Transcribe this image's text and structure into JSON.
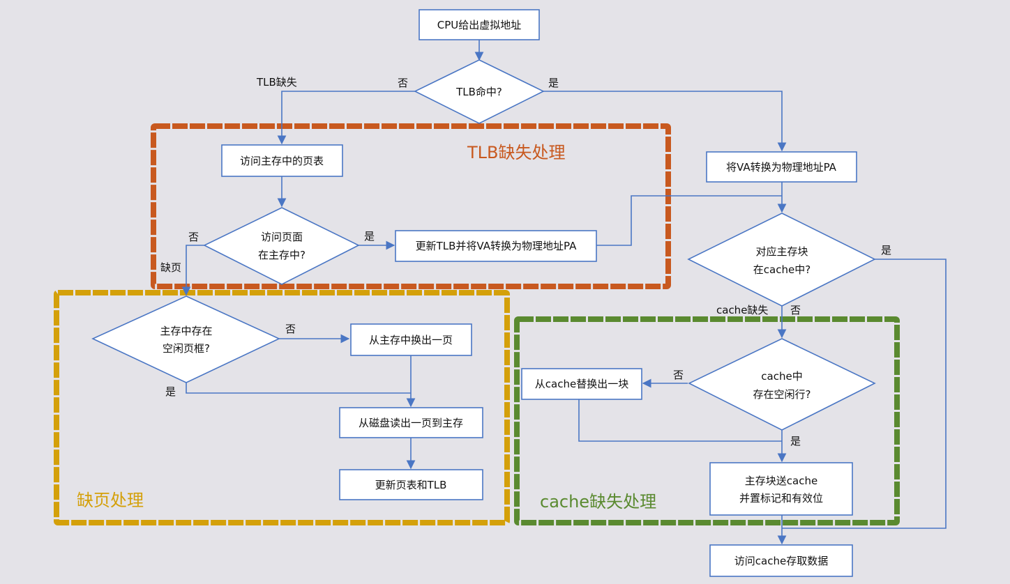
{
  "nodes": {
    "cpu": "CPU给出虚拟地址",
    "tlb_hit": "TLB命中?",
    "visit_page_table": "访问主存中的页表",
    "page_in_mem": [
      "访问页面",
      "在主存中?"
    ],
    "update_tlb": "更新TLB并将VA转换为物理地址PA",
    "va_to_pa": "将VA转换为物理地址PA",
    "block_in_cache": [
      "对应主存块",
      "在cache中?"
    ],
    "free_frame": [
      "主存中存在",
      "空闲页框?"
    ],
    "swap_out_page": "从主存中换出一页",
    "read_disk": "从磁盘读出一页到主存",
    "update_pt_tlb": "更新页表和TLB",
    "free_line": [
      "cache中",
      "存在空闲行?"
    ],
    "replace_block": "从cache替换出一块",
    "send_block": [
      "主存块送cache",
      "并置标记和有效位"
    ],
    "access_cache": "访问cache存取数据"
  },
  "edge_labels": {
    "tlb_miss": "TLB缺失",
    "tlb_no": "否",
    "tlb_yes": "是",
    "page_no": "否",
    "page_fault": "缺页",
    "page_yes": "是",
    "frame_no": "否",
    "frame_yes": "是",
    "cache_yes": "是",
    "cache_miss": "cache缺失",
    "cache_no": "否",
    "line_no": "否",
    "line_yes": "是"
  },
  "regions": {
    "tlb": {
      "title": "TLB缺失处理",
      "color": "#c8591f"
    },
    "page": {
      "title": "缺页处理",
      "color": "#d4a00a"
    },
    "cache": {
      "title": "cache缺失处理",
      "color": "#5a8a30"
    }
  },
  "colors": {
    "line": "#4a76c4",
    "background": "#e4e3e8"
  }
}
